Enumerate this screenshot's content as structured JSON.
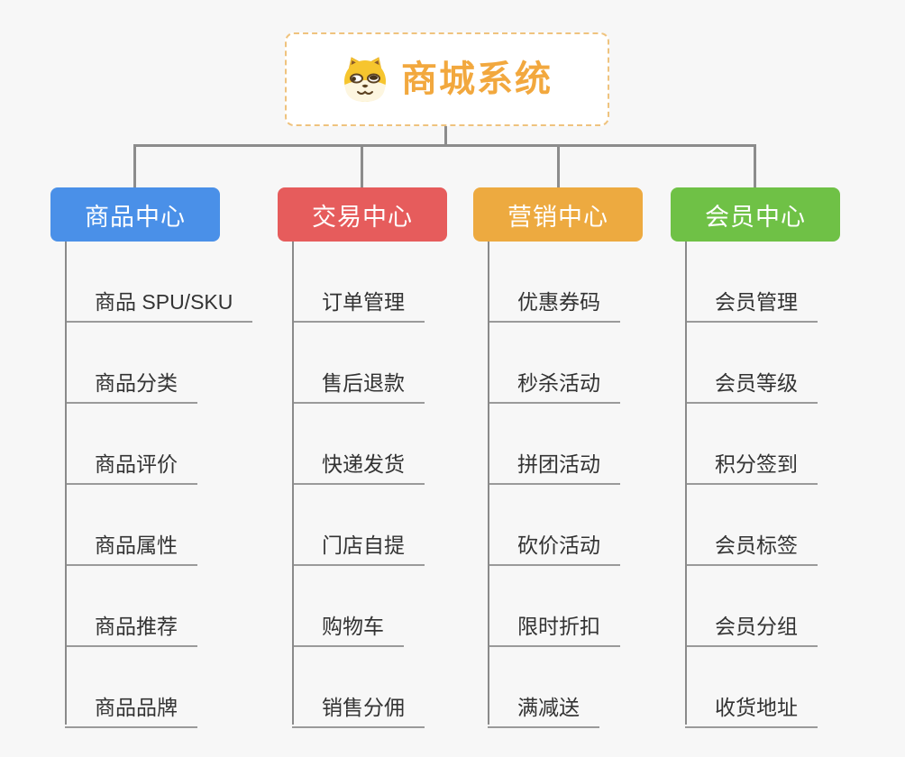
{
  "root": {
    "title": "商城系统",
    "accent_color": "#f2a83e",
    "border_color": "#efc37e",
    "icon": "dog-icon"
  },
  "branches": [
    {
      "label": "商品中心",
      "color": "#4a90e8",
      "children": [
        "商品 SPU/SKU",
        "商品分类",
        "商品评价",
        "商品属性",
        "商品推荐",
        "商品品牌"
      ]
    },
    {
      "label": "交易中心",
      "color": "#e65c5c",
      "children": [
        "订单管理",
        "售后退款",
        "快递发货",
        "门店自提",
        "购物车",
        "销售分佣"
      ]
    },
    {
      "label": "营销中心",
      "color": "#edaa40",
      "children": [
        "优惠券码",
        "秒杀活动",
        "拼团活动",
        "砍价活动",
        "限时折扣",
        "满减送"
      ]
    },
    {
      "label": "会员中心",
      "color": "#6fc146",
      "children": [
        "会员管理",
        "会员等级",
        "积分签到",
        "会员标签",
        "会员分组",
        "收货地址"
      ]
    }
  ],
  "connector_color": "#8c8c8c"
}
